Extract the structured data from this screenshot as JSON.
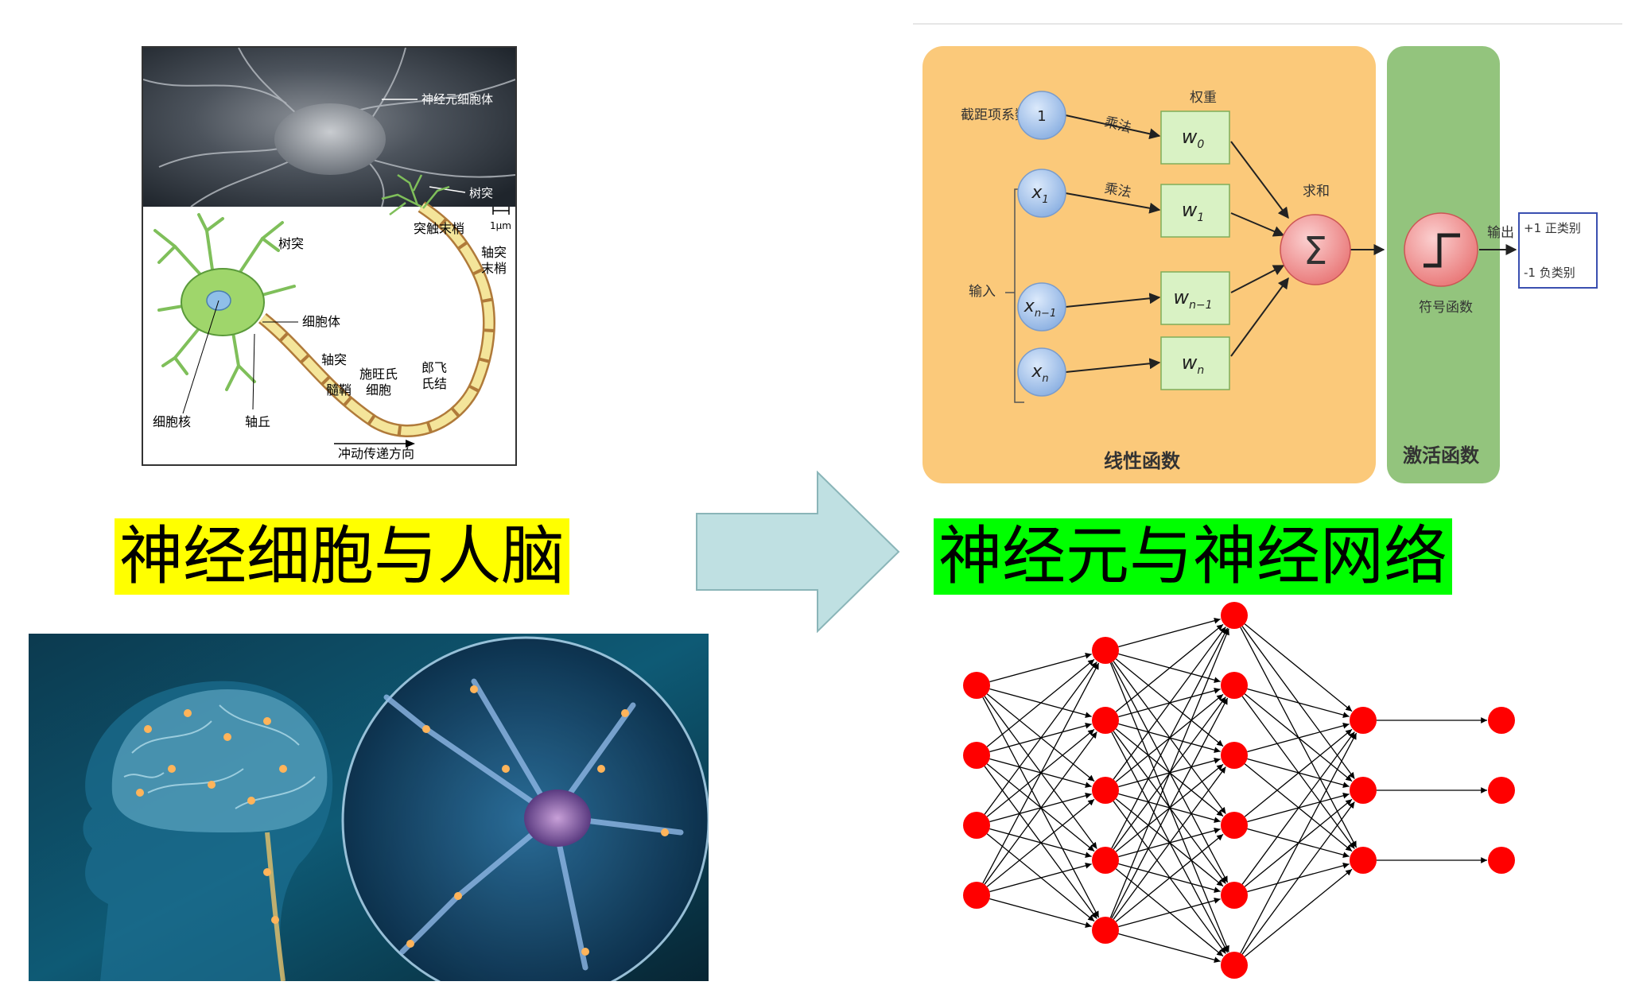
{
  "left": {
    "title": "神经细胞与人脑",
    "title_bg": "#ffff00",
    "neuron_labels": {
      "soma_top": "神经元细胞体",
      "dendrite_top": "树突",
      "scale": "1μm",
      "synapse_terminal": "突触末梢",
      "dendrite": "树突",
      "axon_terminal_1": "轴突",
      "axon_terminal_2": "末梢",
      "cell_body": "细胞体",
      "axon": "轴突",
      "myelin": "髓鞘",
      "schwann_1": "施旺氏",
      "schwann_2": "细胞",
      "ranvier_1": "郎飞",
      "ranvier_2": "氏结",
      "nucleus": "细胞核",
      "axon_hillock": "轴丘",
      "impulse_direction": "冲动传递方向"
    }
  },
  "arrow_color": "#bfe0e2",
  "right": {
    "title": "神经元与神经网络",
    "title_bg": "#00ff00",
    "perceptron": {
      "bias_label": "截距项系数",
      "bias_node": "1",
      "weights_label": "权重",
      "multiply_1": "乘法",
      "multiply_2": "乘法",
      "input_label": "输入",
      "sum_label": "求和",
      "sum_symbol": "Σ",
      "output_label": "输出",
      "sign_label": "符号函数",
      "positive_class": "+1 正类别",
      "negative_class": "-1 负类别",
      "linear_label": "线性函数",
      "activation_label": "激活函数",
      "inputs": [
        {
          "base": "x",
          "sub": "1"
        },
        {
          "base": "x",
          "sub": "n−1"
        },
        {
          "base": "x",
          "sub": "n"
        }
      ],
      "weights": [
        {
          "base": "w",
          "sub": "0"
        },
        {
          "base": "w",
          "sub": "1"
        },
        {
          "base": "w",
          "sub": "n−1"
        },
        {
          "base": "w",
          "sub": "n"
        }
      ],
      "linear_bg": "#fbc97a",
      "activation_bg": "#93c47d",
      "weight_bg": "#d9f2c4",
      "input_node_color": "#a9c8ee",
      "sum_node_color": "#f08a8a"
    },
    "network": {
      "layers": [
        4,
        5,
        6,
        3,
        3
      ],
      "node_color": "#ff0000"
    }
  }
}
